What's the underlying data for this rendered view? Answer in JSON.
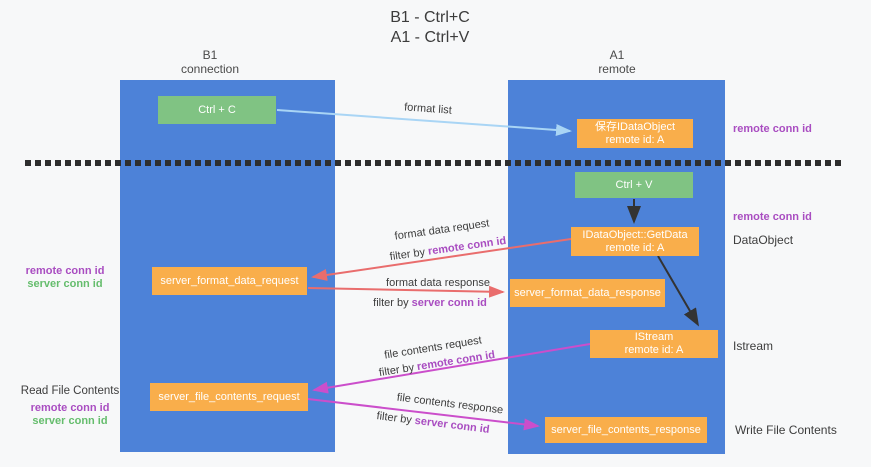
{
  "title": {
    "line1": "B1 - Ctrl+C",
    "line2": "A1 - Ctrl+V"
  },
  "columns": {
    "left": {
      "name": "B1",
      "subtitle": "connection"
    },
    "right": {
      "name": "A1",
      "subtitle": "remote"
    }
  },
  "nodes": {
    "ctrl_c": "Ctrl + C",
    "ctrl_v": "Ctrl + V",
    "save_idataobject": {
      "line1": "保存IDataObject",
      "line2": "remote id: A"
    },
    "getdata": {
      "line1": "IDataObject::GetData",
      "line2": "remote id: A"
    },
    "istream": {
      "line1": "IStream",
      "line2": "remote id: A"
    },
    "format_request": "server_format_data_request",
    "format_response": "server_format_data_response",
    "file_request": "server_file_contents_request",
    "file_response": "server_file_contents_response"
  },
  "labels": {
    "remote_conn_id": "remote conn id",
    "server_conn_id": "server conn id",
    "dataobject": "DataObject",
    "istream": "Istream",
    "read_file_contents": "Read File Contents",
    "write_file_contents": "Write File Contents"
  },
  "arrow_labels": {
    "format_list": "format list",
    "format_data_request": "format data request",
    "format_data_response": "format data response",
    "file_contents_request": "file contents request",
    "file_contents_response": "file contents response",
    "filter_by": "filter by"
  },
  "colors": {
    "lifeline_blue": "#4d82d8",
    "node_green": "#80c383",
    "node_orange": "#f9ae4b",
    "arrow_light_blue": "#a9d5f5",
    "arrow_red": "#e96d6d",
    "arrow_magenta": "#cb4ecb",
    "arrow_black": "#333333",
    "text_purple": "#a94dc1",
    "text_green": "#65bd6d"
  }
}
